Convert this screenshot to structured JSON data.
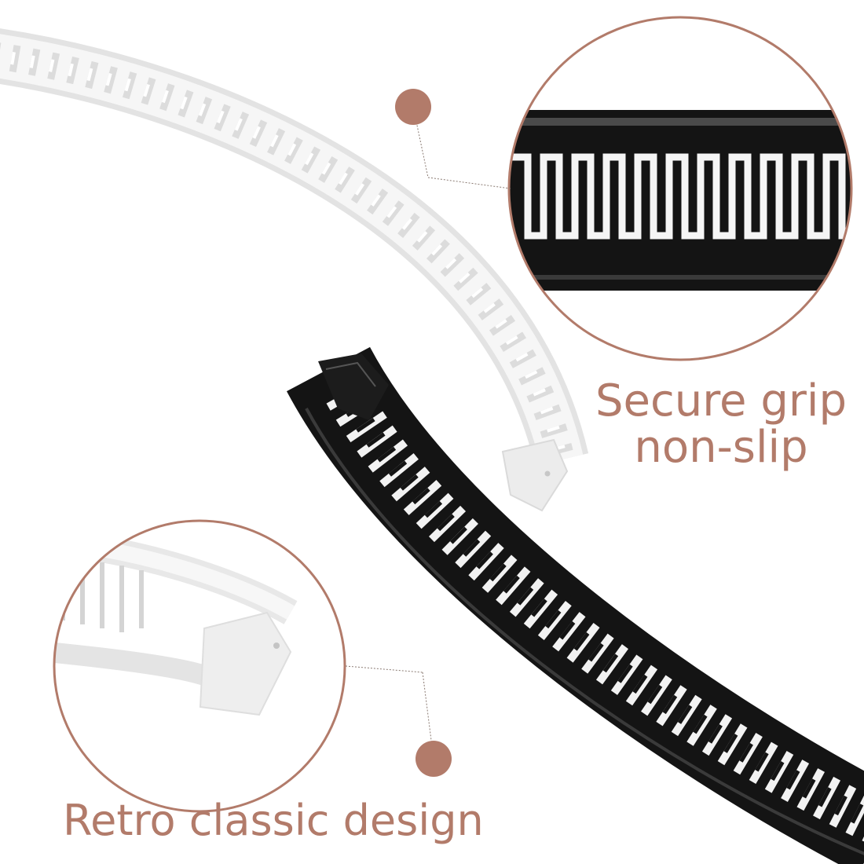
{
  "features": {
    "grip": {
      "line1": "Secure grip",
      "line2": "non-slip"
    },
    "retro": {
      "label": "Retro classic design"
    }
  },
  "colors": {
    "accent": "#b27b6a",
    "clip_black": "#141414",
    "clip_white": "#f3f3f3",
    "background": "#ffffff"
  }
}
